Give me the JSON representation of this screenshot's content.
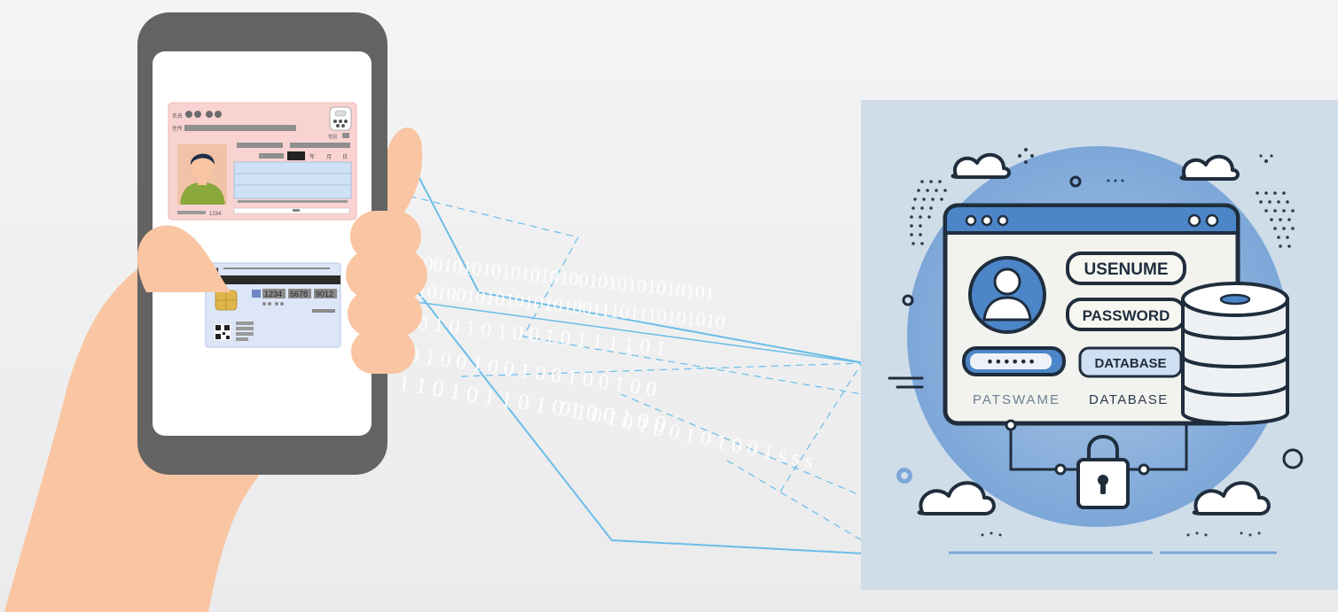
{
  "id_card_front": {
    "name_label": "氏名",
    "address_label": "住所",
    "sex_label": "性別",
    "number_fragment": "1234",
    "date_year": "年",
    "date_month": "月",
    "date_day": "日"
  },
  "id_card_back": {
    "card_number": [
      "1234",
      "5678",
      "9012"
    ]
  },
  "data_stream": {
    "line1": "00001010101010101001010101010101",
    "line2": "10100101010101010011101110101010",
    "line3": "0 1 0 1 0 1 0 0 1 0 1 1 1 1 0 1",
    "line4": "0 1 0 0 1 0 0 1 0 0 1 0 0 1 0 0",
    "line5": "1 1 0 1 0 1 1 0 1 0 1 0 0 1 0 0",
    "line6": "0 1 0 1 0 1 0 0 1 0 1 0 0 1 s s s"
  },
  "login_panel": {
    "username_label": "USENUME",
    "password_label": "PASSWORD",
    "password_mask": "••••••",
    "database_label": "DATABASE",
    "footer_left": "PATSWAME",
    "footer_right": "DATABASE"
  },
  "colors": {
    "phone_body": "#636363",
    "skin": "#f9c5a2",
    "card_front": "#f9d3d1",
    "card_back": "#dde6f6",
    "panel_bg": "#cfdde9",
    "globe": "#7da7d8",
    "accent_blue": "#4c86c9",
    "line_blue": "#6bbde8",
    "outline": "#1f2d3d"
  },
  "icons": [
    "avatar-icon",
    "padlock-icon",
    "database-icon",
    "cloud-icon",
    "gear-icon",
    "qr-code-icon",
    "chip-icon"
  ]
}
